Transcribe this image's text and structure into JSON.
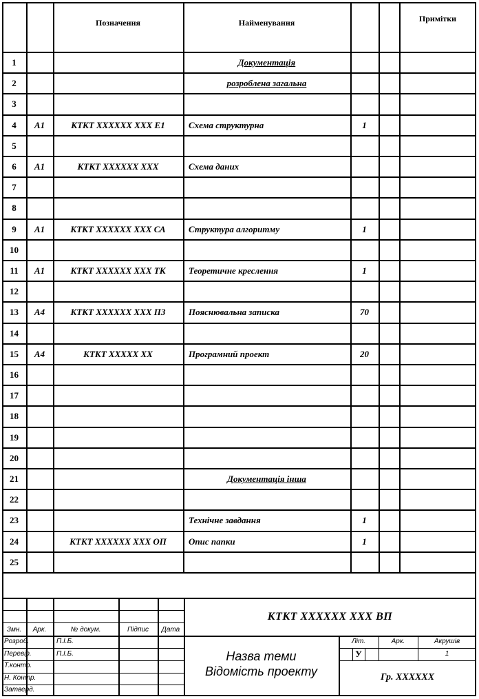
{
  "table": {
    "headers": {
      "designation": "Позначення",
      "name": "Найменування",
      "notes": "Примітки"
    },
    "rows": [
      {
        "n": "1",
        "format": "",
        "code": "",
        "name": "Документація",
        "qty": "",
        "underline": true,
        "center": true
      },
      {
        "n": "2",
        "format": "",
        "code": "",
        "name": "розроблена загальна",
        "qty": "",
        "underline": true,
        "center": true
      },
      {
        "n": "3",
        "format": "",
        "code": "",
        "name": "",
        "qty": ""
      },
      {
        "n": "4",
        "format": "А1",
        "code": "КТКТ ХХХХХХ ХХХ Е1",
        "name": "Схема структурна",
        "qty": "1"
      },
      {
        "n": "5",
        "format": "",
        "code": "",
        "name": "",
        "qty": ""
      },
      {
        "n": "6",
        "format": "А1",
        "code": "КТКТ ХХХХХХ ХХХ",
        "name": "Схема даних",
        "qty": ""
      },
      {
        "n": "7",
        "format": "",
        "code": "",
        "name": "",
        "qty": ""
      },
      {
        "n": "8",
        "format": "",
        "code": "",
        "name": "",
        "qty": ""
      },
      {
        "n": "9",
        "format": "А1",
        "code": "КТКТ ХХХХХХ ХХХ СА",
        "name": "Структура алгоритму",
        "qty": "1"
      },
      {
        "n": "10",
        "format": "",
        "code": "",
        "name": "",
        "qty": ""
      },
      {
        "n": "11",
        "format": "А1",
        "code": "КТКТ ХХХХХХ ХХХ ТК",
        "name": "Теоретичне креслення",
        "qty": "1"
      },
      {
        "n": "12",
        "format": "",
        "code": "",
        "name": "",
        "qty": ""
      },
      {
        "n": "13",
        "format": "А4",
        "code": "КТКТ ХХХХХХ ХХХ ПЗ",
        "name": "Пояснювальна записка",
        "qty": "70"
      },
      {
        "n": "14",
        "format": "",
        "code": "",
        "name": "",
        "qty": ""
      },
      {
        "n": "15",
        "format": "А4",
        "code": "КТКТ ХХХХХ ХХ",
        "name": "Програмний проект",
        "qty": "20"
      },
      {
        "n": "16",
        "format": "",
        "code": "",
        "name": "",
        "qty": ""
      },
      {
        "n": "17",
        "format": "",
        "code": "",
        "name": "",
        "qty": ""
      },
      {
        "n": "18",
        "format": "",
        "code": "",
        "name": "",
        "qty": ""
      },
      {
        "n": "19",
        "format": "",
        "code": "",
        "name": "",
        "qty": ""
      },
      {
        "n": "20",
        "format": "",
        "code": "",
        "name": "",
        "qty": ""
      },
      {
        "n": "21",
        "format": "",
        "code": "",
        "name": "Документація інша",
        "qty": "",
        "underline": true,
        "center": true
      },
      {
        "n": "22",
        "format": "",
        "code": "",
        "name": "",
        "qty": ""
      },
      {
        "n": "23",
        "format": "",
        "code": "",
        "name": "Технічне завдання",
        "qty": "1"
      },
      {
        "n": "24",
        "format": "",
        "code": "КТКТ ХХХХХХ ХХХ ОП",
        "name": "Опис папки",
        "qty": "1"
      },
      {
        "n": "25",
        "format": "",
        "code": "",
        "name": "",
        "qty": ""
      }
    ]
  },
  "title_block": {
    "doc_code": "КТКТ ХХХХХХ ХХХ ВП",
    "col_labels": {
      "change": "Змн.",
      "sheet": "Арк.",
      "doc_no": "№ докум.",
      "signature": "Підпис",
      "date": "Дата"
    },
    "roles": [
      {
        "role": "Розроб.",
        "person": "П.І.Б."
      },
      {
        "role": "Перевір.",
        "person": "П.І.Б."
      },
      {
        "role": "Т.контр.",
        "person": ""
      },
      {
        "role": "Н. Контр.",
        "person": ""
      },
      {
        "role": "Затверд.",
        "person": ""
      }
    ],
    "topic_line1": "Назва теми",
    "topic_line2": "Відомість проекту",
    "lit_label": "Літ.",
    "sheet_label": "Арк.",
    "sheets_label": "Акрушів",
    "lit_value": "У",
    "sheets_value": "1",
    "group": "Гр. ХХХХХХ"
  }
}
